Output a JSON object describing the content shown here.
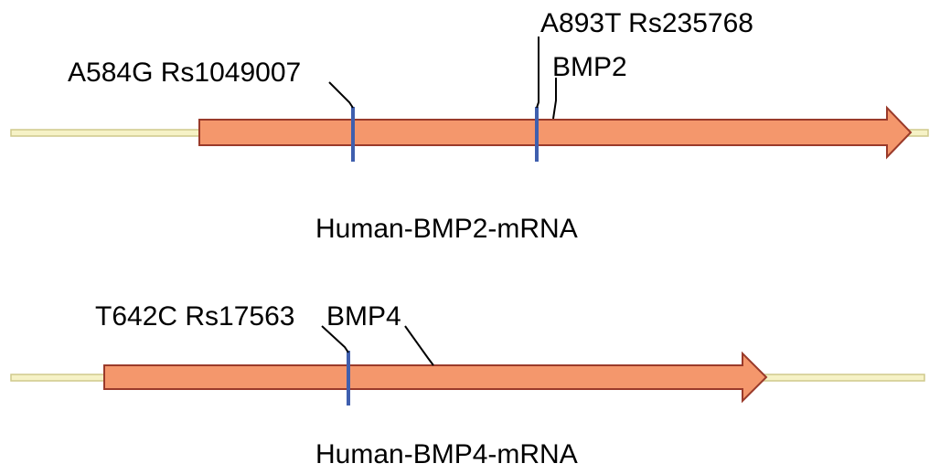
{
  "colors": {
    "backbone_fill": "#f6f2c6",
    "backbone_stroke": "#cfc98c",
    "arrow_fill": "#f4976c",
    "arrow_stroke": "#9a3a2a",
    "marker": "#3f5fae",
    "leader": "#000000"
  },
  "tracks": [
    {
      "caption": "Human-BMP2-mRNA",
      "snps": [
        {
          "label": "A584G Rs1049007"
        },
        {
          "label": "A893T Rs235768"
        }
      ],
      "gene": {
        "label": "BMP2"
      }
    },
    {
      "caption": "Human-BMP4-mRNA",
      "snps": [
        {
          "label": "T642C Rs17563"
        }
      ],
      "gene": {
        "label": "BMP4"
      }
    }
  ]
}
